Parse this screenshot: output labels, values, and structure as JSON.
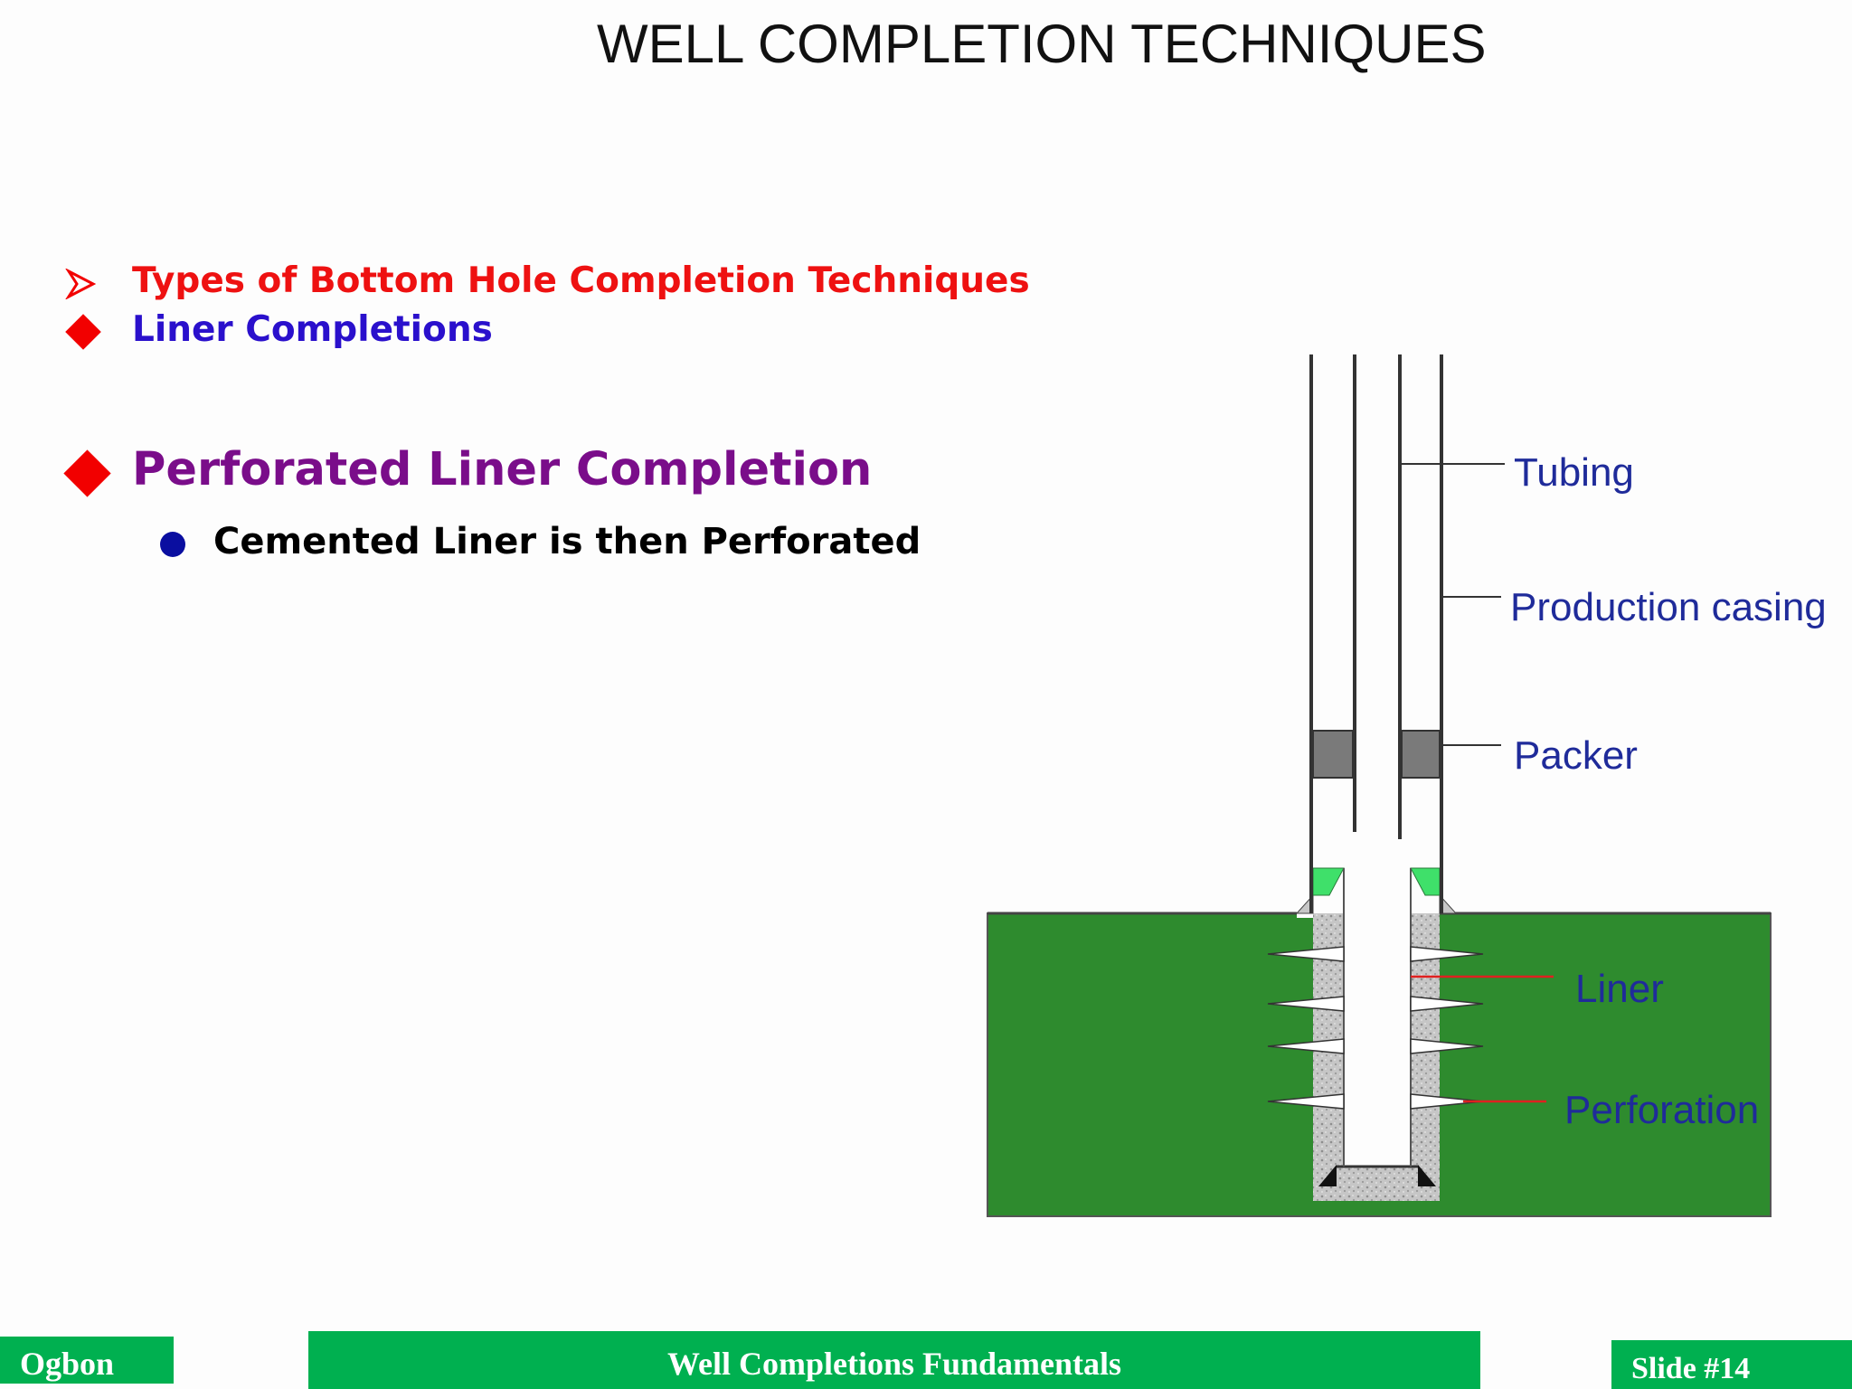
{
  "slide": {
    "title": "WELL COMPLETION TECHNIQUES"
  },
  "bullets": {
    "line1": "Types of Bottom Hole Completion Techniques",
    "line2": "Liner Completions",
    "line3": "Perforated Liner Completion",
    "line4": "Cemented Liner is then Perforated"
  },
  "diagram": {
    "labels": {
      "tubing": "Tubing",
      "production_casing": "Production casing",
      "packer": "Packer",
      "liner": "Liner",
      "perforation": "Perforation"
    },
    "colors": {
      "formation": "#2e8b2e",
      "label_text": "#1f2b9a",
      "liner_hanger": "#3fe06a",
      "cement": "#c9c9c9",
      "packer": "#7a7a7a",
      "leader_red": "#e02020"
    }
  },
  "footer": {
    "left": "Ogbon",
    "center": "Well Completions Fundamentals",
    "right": "Slide #14"
  },
  "colors": {
    "footer_green": "#00b050",
    "bullet_red": "#ee1111",
    "bullet_blue": "#2a10cc",
    "bullet_purple": "#7a0d8a",
    "marker_red": "#f20000",
    "marker_blue": "#0a0ea0"
  }
}
